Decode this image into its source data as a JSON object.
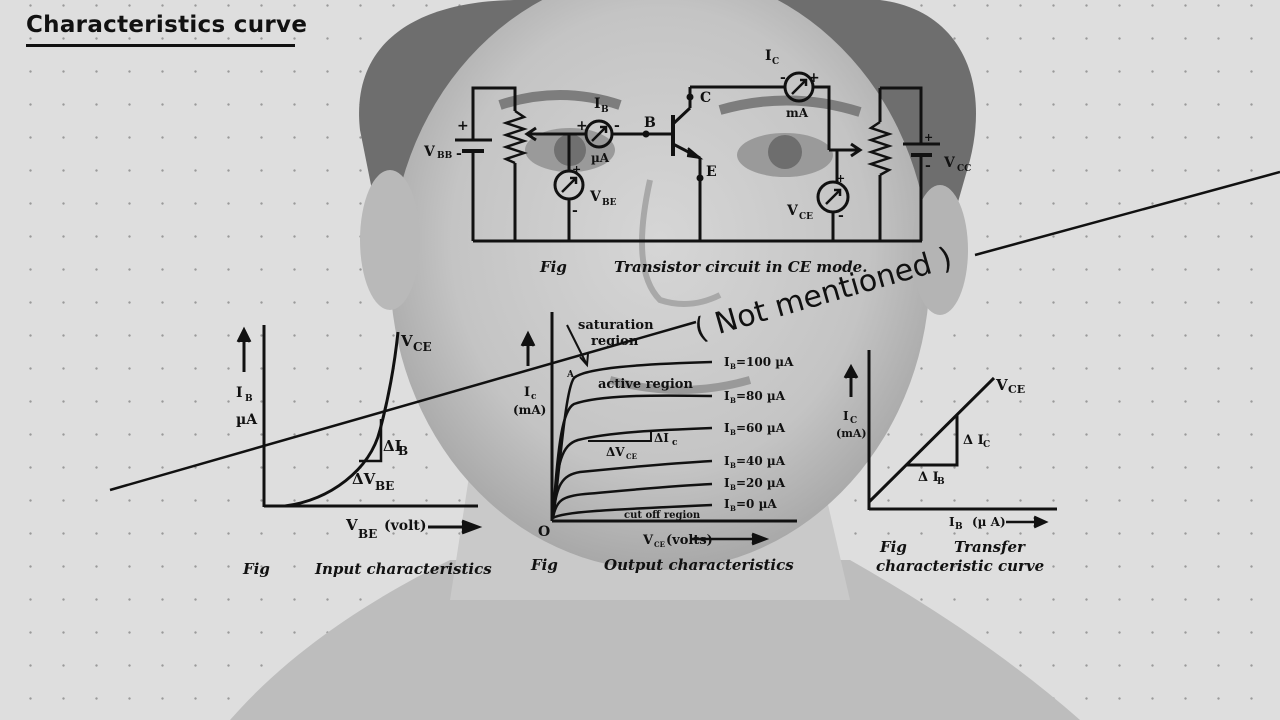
{
  "slide": {
    "title": "Characteristics curve",
    "annotation": "( Not mentioned )"
  },
  "circuit": {
    "caption_fig": "Fig",
    "caption": "Transistor circuit in CE mode.",
    "labels": {
      "vbb": "V",
      "vbb_sub": "BB",
      "vcc": "V",
      "vcc_sub": "CC",
      "ib": "I",
      "ib_sub": "B",
      "ib_unit": "µA",
      "ic": "I",
      "ic_sub": "C",
      "ic_unit": "mA",
      "vbe": "V",
      "vbe_sub": "BE",
      "vce": "V",
      "vce_sub": "CE",
      "base": "B",
      "collector": "C",
      "emitter": "E",
      "plus": "+",
      "minus": "-"
    }
  },
  "chart_data": [
    {
      "type": "line",
      "title": "Input characteristics",
      "caption_fig": "Fig",
      "xlabel": "VBE(volt)",
      "ylabel": "IB µA",
      "curve_label": "VCE",
      "annotations": [
        "ΔIB",
        "ΔVBE"
      ],
      "series": [
        {
          "name": "VCE",
          "shape": "exponential-rise"
        }
      ]
    },
    {
      "type": "line",
      "title": "Output characteristics",
      "caption_fig": "Fig",
      "xlabel": "VCE (volts)",
      "ylabel": "IC (mA)",
      "origin_label": "O",
      "point_label": "A",
      "regions": [
        "saturation region",
        "active region",
        "cut off region"
      ],
      "annotations": [
        "ΔVCE",
        "ΔIC"
      ],
      "series": [
        {
          "name": "IB=100 µA",
          "label": "I",
          "sub": "B",
          "value": "=100 µA"
        },
        {
          "name": "IB=80 µA",
          "label": "I",
          "sub": "B",
          "value": "=80 µA"
        },
        {
          "name": "IB=60 µA",
          "label": "I",
          "sub": "B",
          "value": "=60 µA"
        },
        {
          "name": "IB=40 µA",
          "label": "I",
          "sub": "B",
          "value": "=40 µA"
        },
        {
          "name": "IB=20 µA",
          "label": "I",
          "sub": "B",
          "value": "=20 µA"
        },
        {
          "name": "IB=0 µA",
          "label": "I",
          "sub": "B",
          "value": "=0 µA"
        }
      ]
    },
    {
      "type": "line",
      "title": "Transfer characteristic curve",
      "title_line1": "Transfer",
      "title_line2": "characteristic curve",
      "caption_fig": "Fig",
      "xlabel": "IB (µA)",
      "ylabel": "IC (mA)",
      "curve_label": "VCE",
      "annotations": [
        "ΔIC",
        "ΔIB"
      ],
      "series": [
        {
          "name": "VCE",
          "shape": "linear"
        }
      ]
    }
  ],
  "text": {
    "input": {
      "ylabel_i": "I",
      "ylabel_sub": "B",
      "ylabel_unit": "µA",
      "curve_v": "V",
      "curve_sub": "CE",
      "d_ib": "ΔI",
      "d_ib_sub": "B",
      "d_vbe": "ΔV",
      "d_vbe_sub": "BE",
      "x_v": "V",
      "x_sub": "BE",
      "x_unit": "(volt)"
    },
    "output": {
      "y_i": "I",
      "y_sub": "c",
      "y_unit": "(mA)",
      "sat1": "saturation",
      "sat2": "region",
      "active": "active region",
      "cutoff": "cut off region",
      "origin": "O",
      "pointA": "A",
      "d_vce": "ΔV",
      "d_vce_sub": "CE",
      "d_ic": "ΔI",
      "d_ic_sub": "c",
      "x_v": "V",
      "x_sub": "CE",
      "x_unit": "(volts)"
    },
    "transfer": {
      "y_i": "I",
      "y_sub": "C",
      "y_unit": "(mA)",
      "curve_v": "V",
      "curve_sub": "CE",
      "d_ic": "Δ I",
      "d_ic_sub": "C",
      "d_ib": "Δ I",
      "d_ib_sub": "B",
      "x_i": "I",
      "x_sub": "B",
      "x_unit": "(µ A)"
    }
  }
}
